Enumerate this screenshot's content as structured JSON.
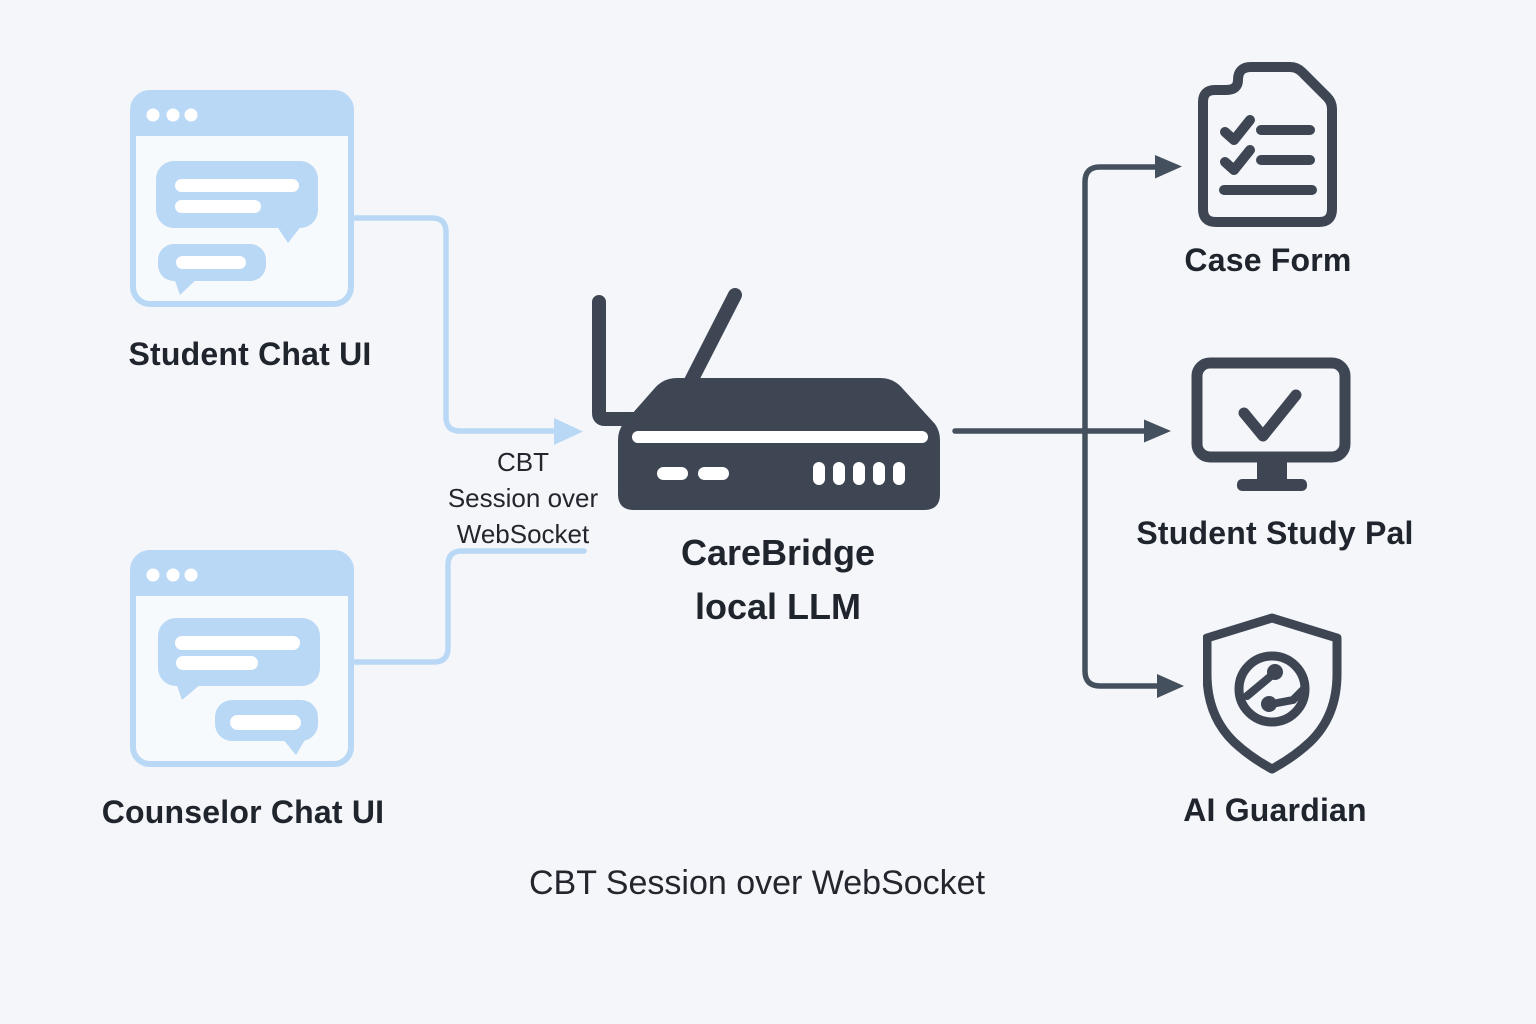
{
  "nodes": {
    "student_chat": {
      "label": "Student Chat UI",
      "icon": "browser-chat-icon"
    },
    "counselor_chat": {
      "label": "Counselor Chat UI",
      "icon": "browser-chat-icon"
    },
    "llm": {
      "label_line1": "CareBridge",
      "label_line2": "local LLM",
      "icon": "wifi-router-icon"
    },
    "case_form": {
      "label": "Case Form",
      "icon": "document-checklist-icon"
    },
    "study_pal": {
      "label": "Student Study Pal",
      "icon": "monitor-check-icon"
    },
    "guardian": {
      "label": "AI Guardian",
      "icon": "shield-gauge-icon"
    }
  },
  "edge_label": {
    "line1": "CBT",
    "line2": "Session over",
    "line3": "WebSocket"
  },
  "caption": "CBT Session over WebSocket",
  "colors": {
    "background": "#f4f6fa",
    "accent_blue": "#b9d8f5",
    "dark_slate": "#3e4654",
    "connector_dark": "#45505e",
    "window_fill": "#f7fafd",
    "text": "#20242c"
  }
}
